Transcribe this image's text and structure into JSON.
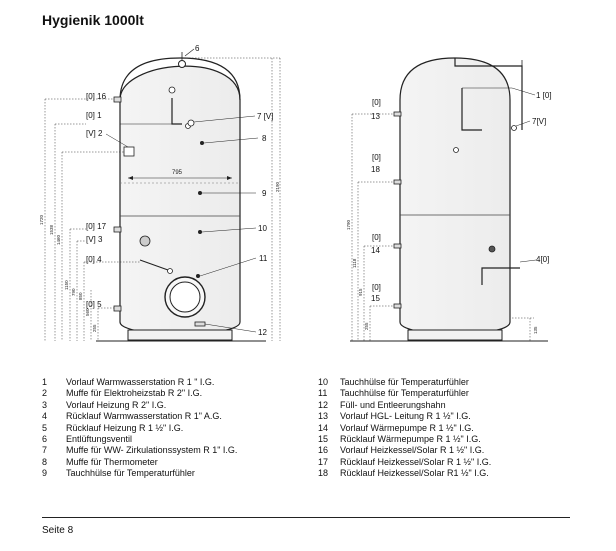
{
  "title": "Hygienik 1000lt",
  "footer": {
    "page": "Seite 8"
  },
  "front_view": {
    "callouts": {
      "c6": "6",
      "c16": "[0] 16",
      "c1": "[0] 1",
      "c2": "[V] 2",
      "c7": "7 [V]",
      "c8": "8",
      "c9": "9",
      "c17": "[0] 17",
      "c3": "[V] 3",
      "c10": "10",
      "c4": "[0] 4",
      "c11": "11",
      "c5": "[0] 5",
      "c12": "12"
    },
    "dimensions": {
      "diameter": "795",
      "height": "2190",
      "d1": "1720",
      "d2": "1538",
      "d3": "1460",
      "d4": "1150",
      "d5": "790",
      "d6": "850",
      "d7": "560",
      "d8": "255"
    }
  },
  "side_view": {
    "callouts": {
      "s1": "1 [0]",
      "s7": "7[V]",
      "s4": "4[0]",
      "s13a": "[0]",
      "s13b": "13",
      "s18a": "[0]",
      "s18b": "18",
      "s14a": "[0]",
      "s14b": "14",
      "s15a": "[0]",
      "s15b": "15"
    },
    "dimensions": {
      "d1": "1790",
      "d2": "1118",
      "d3": "915",
      "d4": "255",
      "d5": "135"
    }
  },
  "legend": {
    "left": [
      {
        "num": "1",
        "text": "Vorlauf Warmwasserstation R 1 \" I.G."
      },
      {
        "num": "2",
        "text": "Muffe für Elektroheizstab R 2\" I.G."
      },
      {
        "num": "3",
        "text": "Vorlauf Heizung R 2\" I.G."
      },
      {
        "num": "4",
        "text": "Rücklauf Warmwasserstation R 1\" A.G."
      },
      {
        "num": "5",
        "text": "Rücklauf Heizung R 1 ½\" I.G."
      },
      {
        "num": "6",
        "text": "Entlüftungsventil"
      },
      {
        "num": "7",
        "text": "Muffe für WW- Zirkulationssystem R 1\" I.G."
      },
      {
        "num": "8",
        "text": "Muffe für Thermometer"
      },
      {
        "num": "9",
        "text": "Tauchhülse für Temperaturfühler"
      }
    ],
    "right": [
      {
        "num": "10",
        "text": "Tauchhülse für Temperaturfühler"
      },
      {
        "num": "11",
        "text": "Tauchhülse für Temperaturfühler"
      },
      {
        "num": "12",
        "text": "Füll- und Entleerungshahn"
      },
      {
        "num": "13",
        "text": "Vorlauf HGL- Leitung R 1 ½\" I.G."
      },
      {
        "num": "14",
        "text": "Vorlauf Wärmepumpe R 1 ½\" I.G."
      },
      {
        "num": "15",
        "text": "Rücklauf Wärmepumpe R 1 ½\" I.G."
      },
      {
        "num": "16",
        "text": "Vorlauf Heizkessel/Solar R 1 ½\" I.G."
      },
      {
        "num": "17",
        "text": "Rücklauf Heizkessel/Solar R 1 ½\" I.G."
      },
      {
        "num": "18",
        "text": "Rücklauf Heizkessel/Solar R1 ½\" I.G."
      }
    ]
  }
}
